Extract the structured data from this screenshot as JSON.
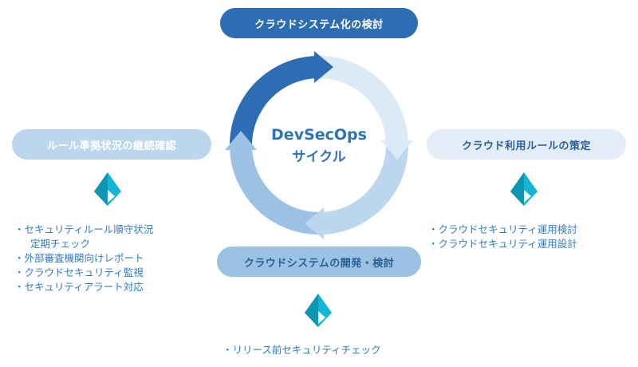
{
  "center": {
    "title": "DevSecOps",
    "subtitle": "サイクル"
  },
  "phases": {
    "top": {
      "label": "クラウドシステム化の検討"
    },
    "right": {
      "label": "クラウド利用ルールの策定",
      "items": [
        "・クラウドセキュリティ運用検討",
        "・クラウドセキュリティ運用設計"
      ]
    },
    "bottom": {
      "label": "クラウドシステムの開発・検討",
      "items": [
        "・リリース前セキュリティチェック"
      ]
    },
    "left": {
      "label": "ルール準拠状況の継続確認",
      "items": [
        "・セキュリティルール順守状況",
        "定期チェック",
        "・外部審査機関向けレポート",
        "・クラウドセキュリティ監視",
        "・セキュリティアラート対応"
      ]
    }
  },
  "colors": {
    "dark_blue": "#2d6db4",
    "mid_blue": "#9bc1e3",
    "light_blue": "#bcd6ee",
    "pale_blue": "#e3edf7",
    "text_blue": "#2f7cc5",
    "arrow_cyan": "#13b5d6"
  },
  "icons": {
    "cycle": "circular-arrows-ring",
    "flow": "down-arrow-icon"
  }
}
